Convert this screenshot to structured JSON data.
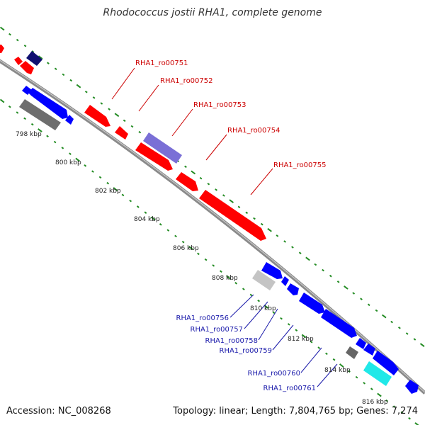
{
  "map": {
    "title": "Rhodococcus jostii RHA1, complete genome",
    "accession": "Accession: NC_008268",
    "summary": "Topology: linear; Length: 7,804,765 bp; Genes: 7,274"
  },
  "colors": {
    "backbone": "#8a8a8a",
    "ticks": "#228b22",
    "forward_gene": "#ff0000",
    "reverse_gene": "#0000ff",
    "forward_label": "#cc0000",
    "reverse_label": "#1a1aaa",
    "dark_navy": "#101070",
    "lavender": "#7a6fd6",
    "gray": "#6e6e6e",
    "light_gray": "#c4c4c4",
    "dark_gray": "#666666",
    "cyan": "#20e8e8"
  },
  "kbp_ticks": [
    "798 kbp",
    "800 kbp",
    "802 kbp",
    "804 kbp",
    "806 kbp",
    "808 kbp",
    "810 kbp",
    "812 kbp",
    "814 kbp",
    "816 kbp"
  ],
  "forward_labels": [
    "RHA1_ro00751",
    "RHA1_ro00752",
    "RHA1_ro00753",
    "RHA1_ro00754",
    "RHA1_ro00755"
  ],
  "reverse_labels": [
    "RHA1_ro00756",
    "RHA1_ro00757",
    "RHA1_ro00758",
    "RHA1_ro00759",
    "RHA1_ro00760",
    "RHA1_ro00761"
  ]
}
